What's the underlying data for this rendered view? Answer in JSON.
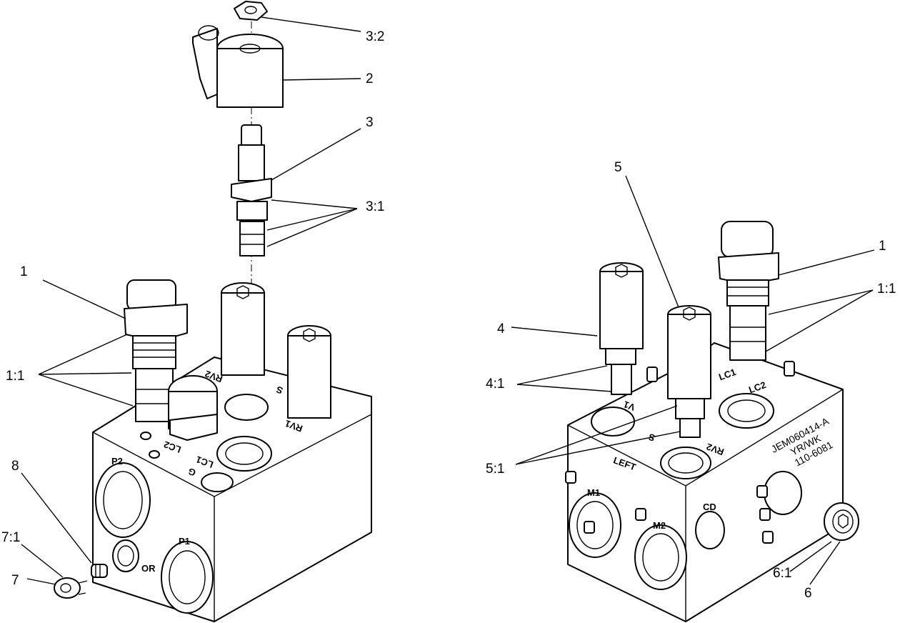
{
  "left_assembly": {
    "callouts": {
      "c_3_2": "3:2",
      "c_2": "2",
      "c_3": "3",
      "c_3_1": "3:1",
      "c_1": "1",
      "c_1_1": "1:1",
      "c_8": "8",
      "c_7_1": "7:1",
      "c_7": "7"
    },
    "ports": {
      "p2": "P2",
      "p1": "P1",
      "or": "OR",
      "lc2": "LC2",
      "lc1": "LC1",
      "g": "G",
      "rv1": "RV1",
      "rv2": "RV2",
      "s": "S"
    }
  },
  "right_assembly": {
    "callouts": {
      "c_5": "5",
      "c_1": "1",
      "c_1_1": "1:1",
      "c_4": "4",
      "c_4_1": "4:1",
      "c_5_1": "5:1",
      "c_6_1": "6:1",
      "c_6": "6"
    },
    "ports": {
      "lc1": "LC1",
      "lc2": "LC2",
      "v1": "V1",
      "s": "S",
      "rv2": "RV2",
      "left": "LEFT",
      "m1": "M1",
      "m2": "M2",
      "cd": "CD"
    },
    "stamp": {
      "line1": "JEM060414-A",
      "line2": "YR/WK",
      "line3": "110-6081"
    }
  }
}
